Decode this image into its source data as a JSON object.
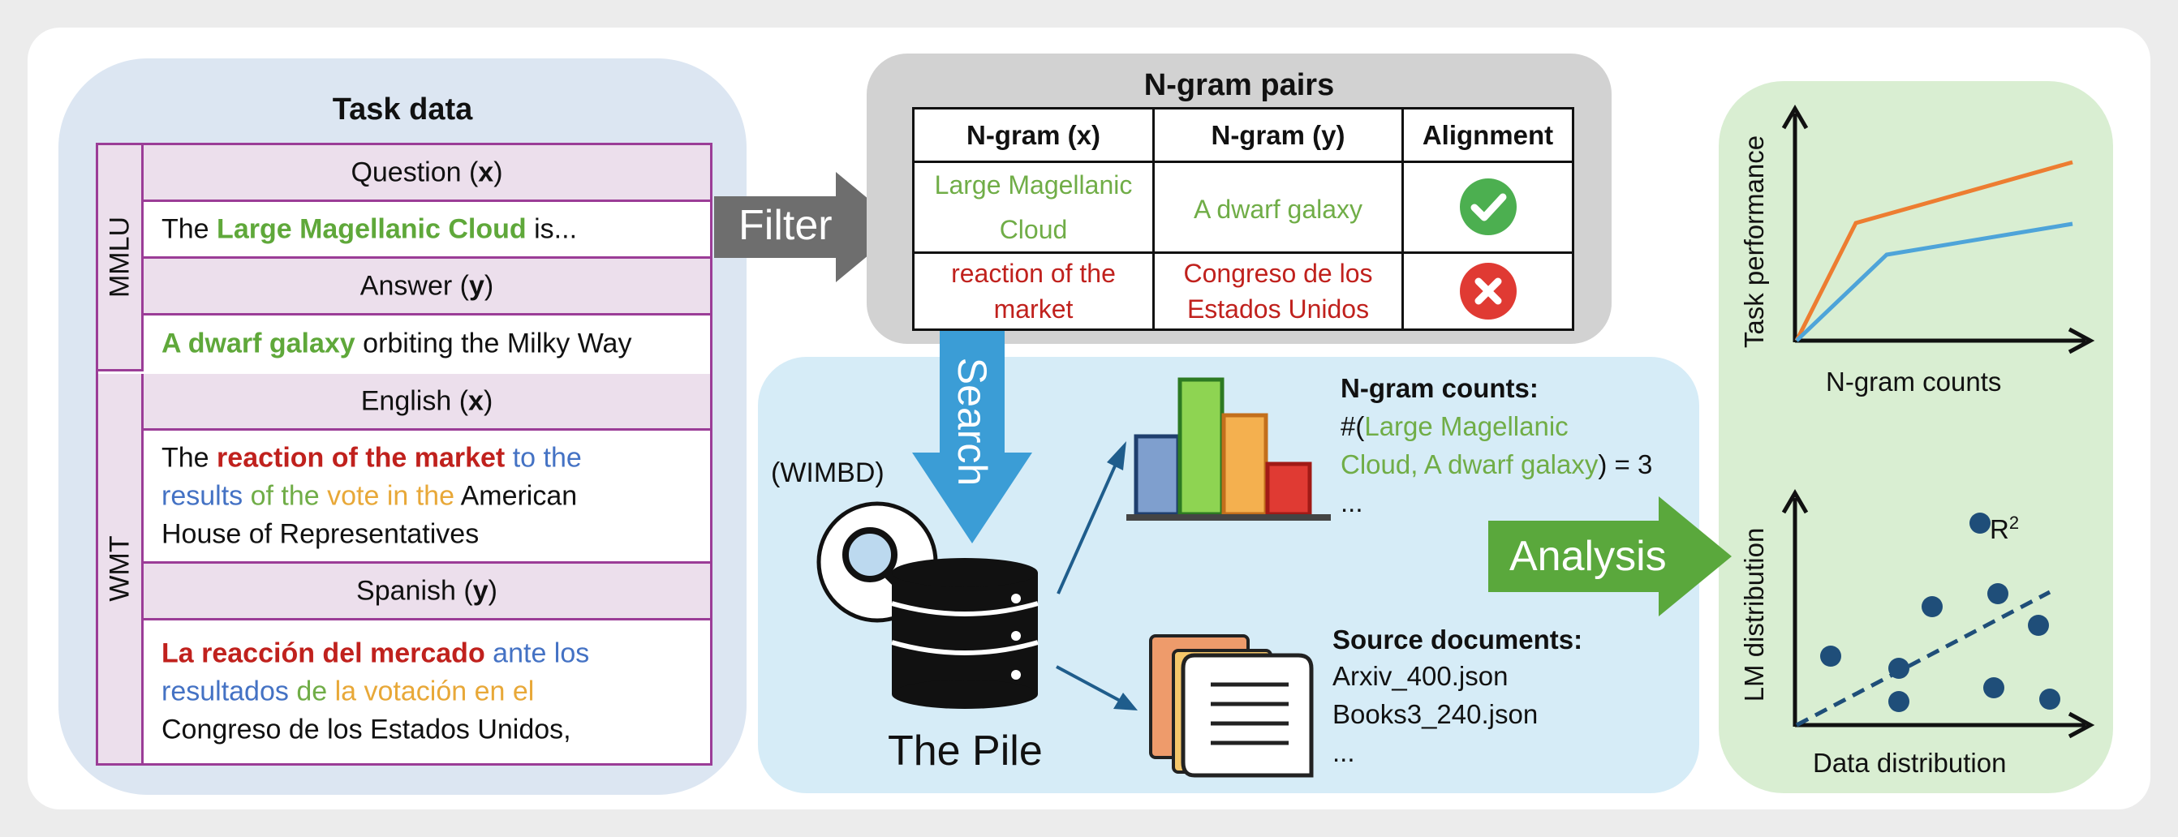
{
  "task_data": {
    "title": "Task data",
    "mmlu": {
      "group_label": "MMLU",
      "question_header_prefix": "Question (",
      "question_header_var": "x",
      "question_header_suffix": ")",
      "question_pre": "The ",
      "question_highlight": "Large Magellanic Cloud",
      "question_post": " is...",
      "answer_header_prefix": "Answer (",
      "answer_header_var": "y",
      "answer_header_suffix": ")",
      "answer_highlight": "A dwarf galaxy",
      "answer_post": " orbiting the Milky Way"
    },
    "wmt": {
      "group_label": "WMT",
      "english_header_prefix": "English (",
      "english_header_var": "x",
      "english_header_suffix": ")",
      "english": {
        "t1": "The ",
        "t2": "reaction of the market",
        "t3": " to the",
        "t4": "results",
        "t5": " of the ",
        "t6": "vote",
        "t7": " in the ",
        "t8": "American",
        "t9": "House of Representatives"
      },
      "spanish_header_prefix": "Spanish (",
      "spanish_header_var": "y",
      "spanish_header_suffix": ")",
      "spanish": {
        "t1": "La reacción del mercado",
        "t2": " ante los",
        "t3": "resultados",
        "t4": " de ",
        "t5": "la votación",
        "t6": " en el",
        "t7": "Congreso de los Estados Unidos,"
      }
    }
  },
  "filter_label": "Filter",
  "ngram_pairs": {
    "title": "N-gram pairs",
    "headers": [
      "N-gram (x)",
      "N-gram (y)",
      "Alignment"
    ],
    "rows": [
      {
        "x_line1": "Large Magellanic",
        "x_line2": "Cloud",
        "y_line1": "A dwarf galaxy",
        "y_line2": "",
        "aligned": true
      },
      {
        "x_line1": "reaction of the",
        "x_line2": "market",
        "y_line1": "Congreso de los",
        "y_line2": "Estados Unidos",
        "aligned": false
      }
    ]
  },
  "search_label": "Search",
  "wimbd_label": "(WIMBD)",
  "pile_label": "The Pile",
  "counts": {
    "title": "N-gram counts:",
    "line1_prefix": "#(",
    "line1_highlight": "Large Magellanic",
    "line2_highlight": "Cloud, A dwarf galaxy",
    "line2_suffix": ") = 3",
    "line3": "..."
  },
  "docs": {
    "title": "Source documents:",
    "items": [
      "Arxiv_400.json",
      "Books3_240.json",
      "..."
    ]
  },
  "analysis_label": "Analysis",
  "plot_top": {
    "ylabel": "Task performance",
    "xlabel": "N-gram counts"
  },
  "plot_bottom": {
    "ylabel": "LM distribution",
    "xlabel": "Data distribution",
    "r2_base": "R",
    "r2_sup": "2"
  },
  "colors": {
    "green": "#70ad47",
    "red": "#c0211d",
    "blue": "#4472c4",
    "gold": "#e8a838",
    "orange_line": "#ed7d31",
    "blue_line": "#4ea4d9",
    "scatter_dot": "#1f4e79"
  },
  "icons": [
    "check-circle-icon",
    "x-circle-icon",
    "magnifier-icon",
    "database-icon",
    "bar-chart-icon",
    "documents-icon"
  ]
}
